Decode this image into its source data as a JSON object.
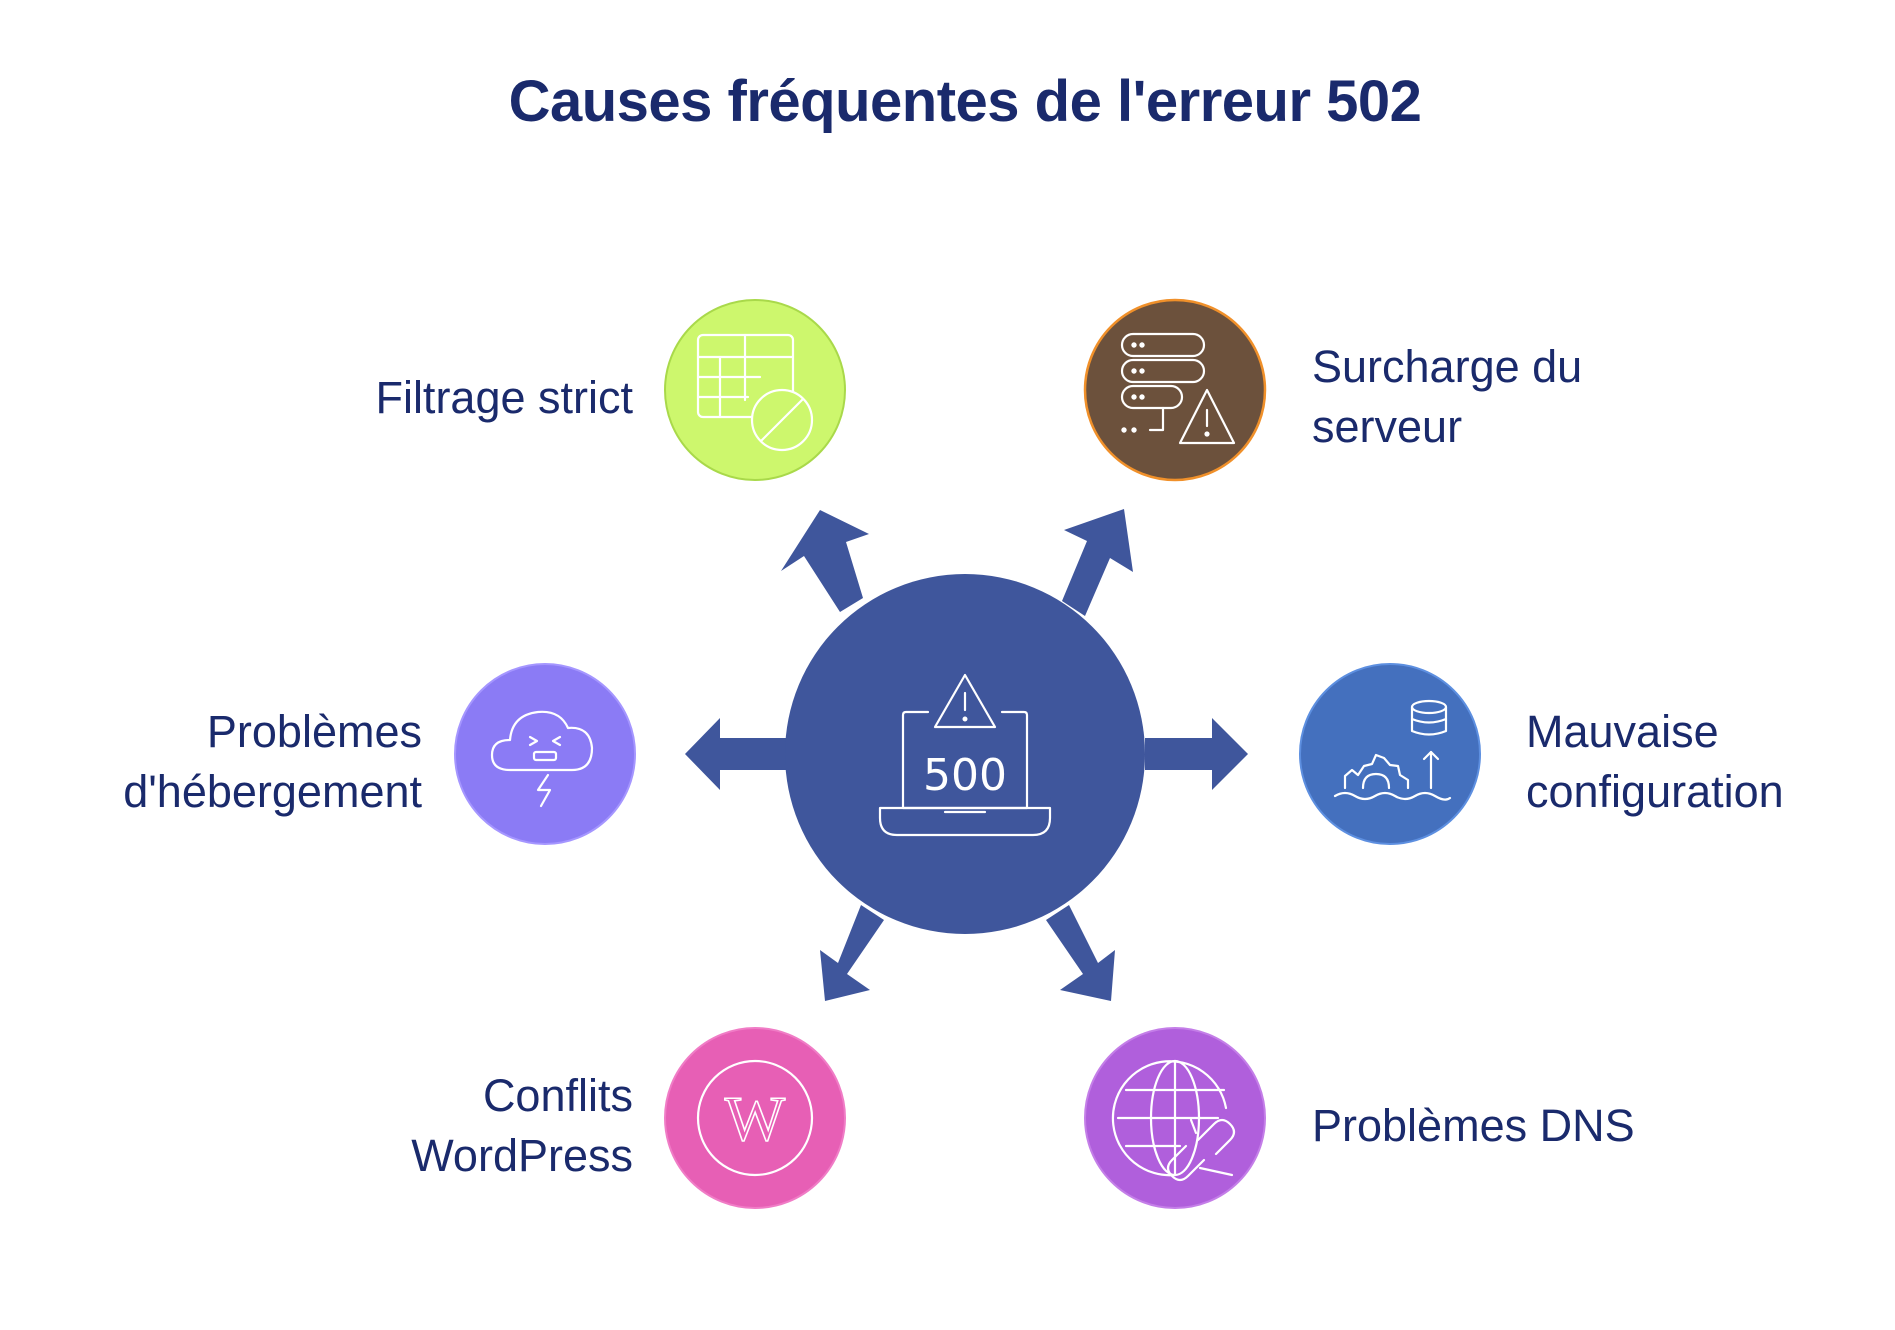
{
  "title": "Causes fréquentes de l'erreur 502",
  "center": {
    "screen_text": "500",
    "icon": "laptop-error-icon",
    "color": "#3f569c"
  },
  "arrow_color": "#3f569c",
  "causes": [
    {
      "label": "Filtrage strict",
      "icon": "table-blocked-icon",
      "color": "#cdf76d",
      "border": "#a9d94a"
    },
    {
      "label": "Surcharge du\nserveur",
      "icon": "server-warning-icon",
      "color": "#6c513c",
      "border": "#f0902a"
    },
    {
      "label": "Problèmes\nd'hébergement",
      "icon": "storm-cloud-icon",
      "color": "#8b7bf5",
      "border": "#a596ff"
    },
    {
      "label": "Mauvaise\nconfiguration",
      "icon": "database-gear-icon",
      "color": "#4470be",
      "border": "#5d8fe0"
    },
    {
      "label": "Conflits\nWordPress",
      "icon": "wordpress-icon",
      "color": "#e75fb5",
      "border": "#f07cc6"
    },
    {
      "label": "Problèmes DNS",
      "icon": "globe-broken-link-icon",
      "color": "#b05fdc",
      "border": "#c47ee8"
    }
  ]
}
